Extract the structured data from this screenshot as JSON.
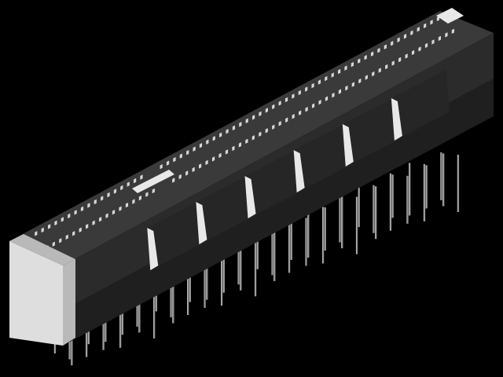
{
  "scene": {
    "subject": "connector-3d-render",
    "colors": {
      "background": "#000000",
      "body_top": "#3a3a3a",
      "body_side": "#2b2b2b",
      "body_front": "#1f1f1f",
      "latch_face": "#262626",
      "latch_light": "#e8e8e8",
      "end_cap": "#dedede",
      "end_cap_shade": "#b9b9b9",
      "slot_hole": "#d8d8d8",
      "pin": "#8f8f8f",
      "pin_light": "#c4c4c4"
    },
    "counts": {
      "slot_columns": 62,
      "latches": 6,
      "pins": 48
    }
  }
}
